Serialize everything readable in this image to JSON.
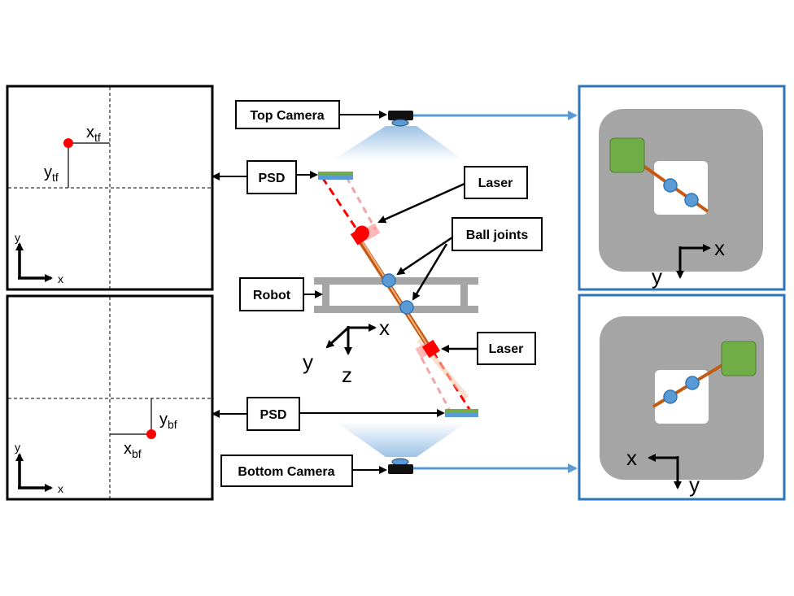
{
  "labels": {
    "top_camera": "Top Camera",
    "bottom_camera": "Bottom Camera",
    "psd_top": "PSD",
    "psd_bottom": "PSD",
    "laser_top": "Laser",
    "laser_bottom": "Laser",
    "ball_joints": "Ball joints",
    "robot": "Robot"
  },
  "robot_axes": {
    "x": "x",
    "y": "y",
    "z": "z"
  },
  "top_frame": {
    "x_main": "x",
    "x_sub": "tf",
    "y_main": "y",
    "y_sub": "tf",
    "axis_x": "x",
    "axis_y": "y"
  },
  "bottom_frame": {
    "x_main": "x",
    "x_sub": "bf",
    "y_main": "y",
    "y_sub": "bf",
    "axis_x": "x",
    "axis_y": "y"
  },
  "top_view": {
    "axis_x": "x",
    "axis_y": "y"
  },
  "bottom_view": {
    "axis_x": "x",
    "axis_y": "y"
  },
  "colors": {
    "panel_border": "#000000",
    "view_border": "#2e75b6",
    "gray_bg": "#a5a5a5",
    "green": "#70ad47",
    "orange_rod": "#c55a11",
    "ball_blue": "#5b9bd5",
    "laser_red": "#ff0000",
    "arrow_blue": "#5b9bd5"
  }
}
